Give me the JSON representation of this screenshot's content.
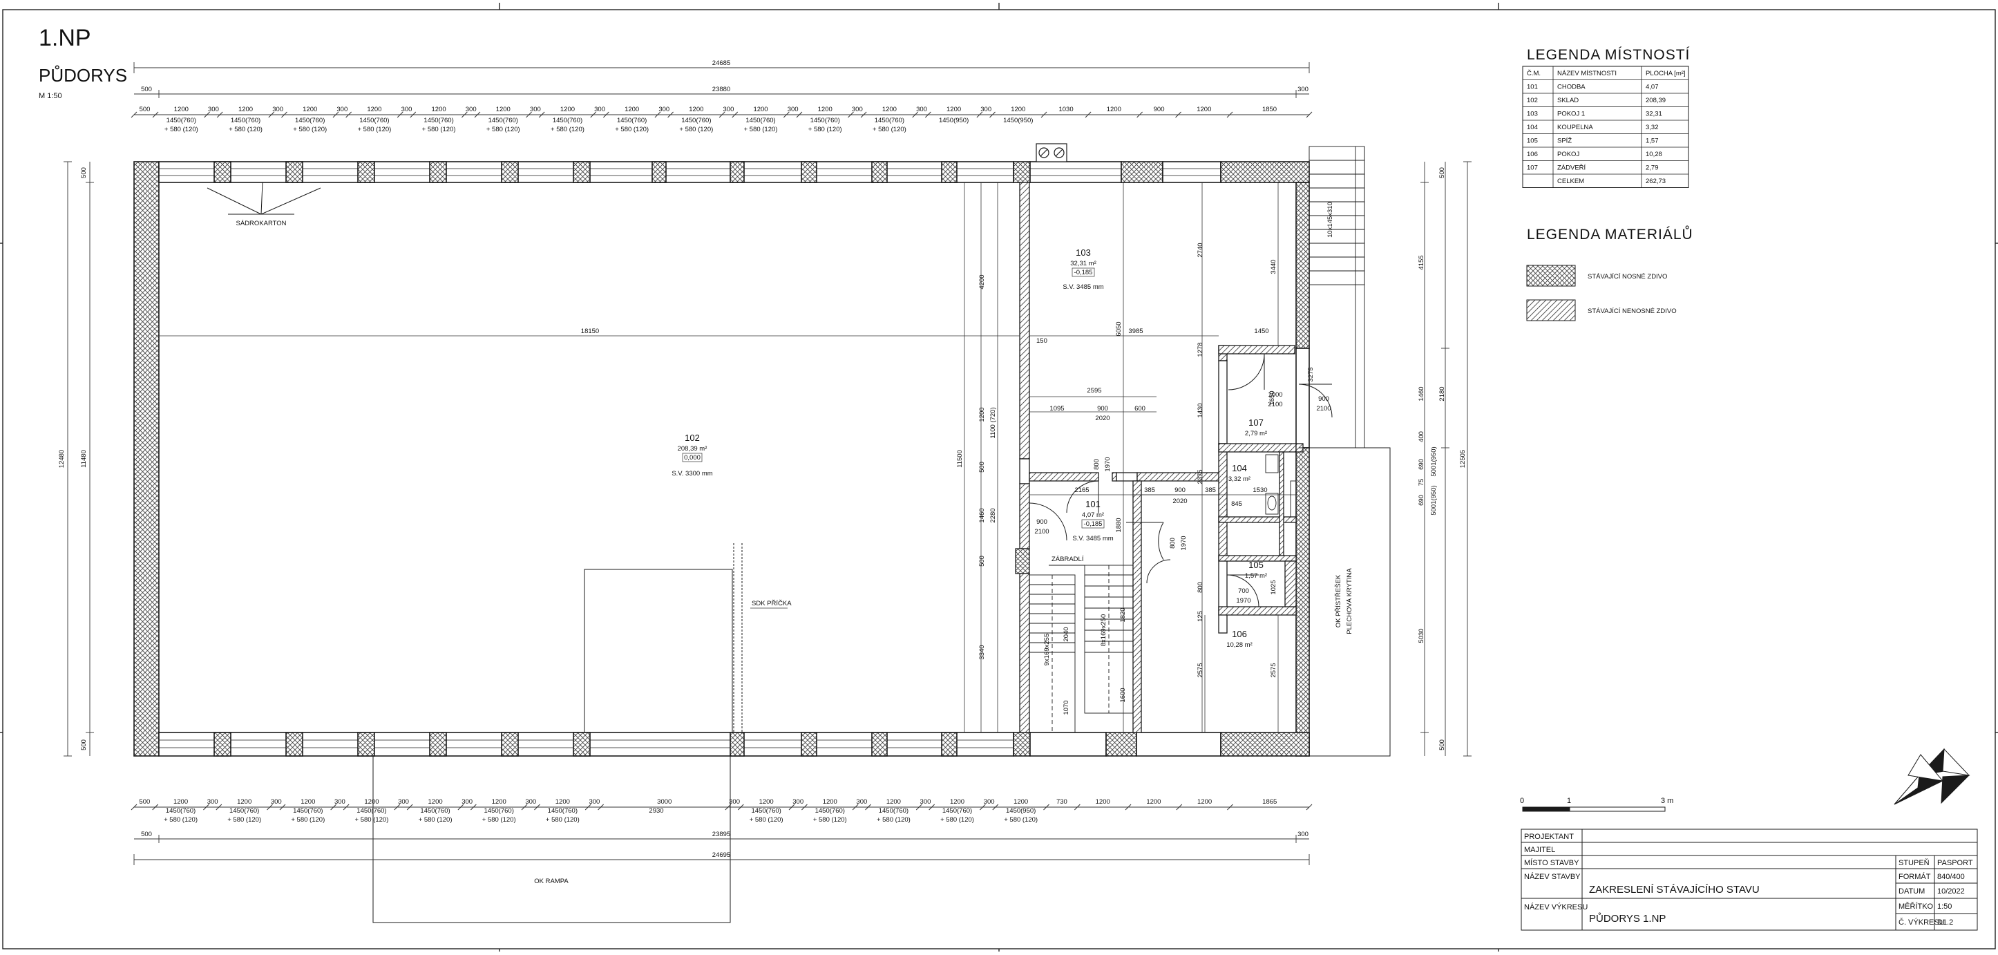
{
  "sheet": {
    "floor": "1.NP",
    "subtitle": "PŮDORYS",
    "scale": "M 1:50"
  },
  "colors": {
    "line": "#1a1a1a",
    "dim": "#333333",
    "hatch": "#555555"
  },
  "dims_top": {
    "overall": "24685",
    "inner": "23880",
    "left_end": "500",
    "right_end": "300",
    "sequence": [
      "500",
      "1200",
      "300",
      "1200",
      "300",
      "1200",
      "300",
      "1200",
      "300",
      "1200",
      "300",
      "1200",
      "300",
      "1200",
      "300",
      "1200",
      "300",
      "1200",
      "300",
      "1200",
      "300",
      "1200",
      "300",
      "1200",
      "300",
      "1200",
      "300",
      "1200",
      "1030",
      "1200",
      "900",
      "1200",
      "1850"
    ],
    "windows_a": [
      "1450(760)",
      "1450(760)",
      "1450(760)",
      "1450(760)",
      "1450(760)",
      "1450(760)",
      "1450(760)",
      "1450(760)",
      "1450(760)",
      "1450(760)",
      "1450(760)",
      "1450(760)",
      "1450(950)",
      "1450(950)"
    ],
    "windows_b": [
      "+ 580 (120)",
      "+ 580 (120)",
      "+ 580 (120)",
      "+ 580 (120)",
      "+ 580 (120)",
      "+ 580 (120)",
      "+ 580 (120)",
      "+ 580 (120)",
      "+ 580 (120)",
      "+ 580 (120)",
      "+ 580 (120)",
      "+ 580 (120)"
    ]
  },
  "dims_bottom": {
    "overall": "24695",
    "inner": "23895",
    "left_end": "500",
    "right_end": "300",
    "sequence": [
      "500",
      "1200",
      "300",
      "1200",
      "300",
      "1200",
      "300",
      "1200",
      "300",
      "1200",
      "300",
      "1200",
      "300",
      "1200",
      "300",
      "3000",
      "300",
      "1200",
      "300",
      "1200",
      "300",
      "1200",
      "300",
      "1200",
      "300",
      "1200",
      "730",
      "1200",
      "1200",
      "1200",
      "1865"
    ],
    "gap_value": "2930",
    "windows_a": [
      "1450(760)",
      "1450(760)",
      "1450(760)",
      "1450(760)",
      "1450(760)",
      "1450(760)",
      "1450(760)",
      "1450(760)",
      "1450(760)",
      "1450(760)",
      "1450(760)",
      "1450(950)"
    ],
    "windows_b": [
      "+ 580 (120)",
      "+ 580 (120)",
      "+ 580 (120)",
      "+ 580 (120)",
      "+ 580 (120)",
      "+ 580 (120)",
      "+ 580 (120)",
      "+ 580 (120)",
      "+ 580 (120)",
      "+ 580 (120)",
      "+ 580 (120)",
      "+ 580 (120)"
    ]
  },
  "dims_left": {
    "overall": "12480",
    "inner": "11480",
    "top": "500",
    "bottom": "500"
  },
  "dims_right": {
    "overall": "12505",
    "top": "500",
    "a": "4155",
    "b": "1460",
    "c": "2180",
    "d": "400",
    "e": "690",
    "f": "5001(950)",
    "g": "75",
    "h": "690",
    "i": "5001(950)",
    "j": "5030",
    "bottom": "500"
  },
  "labels": {
    "sadrokarton": "SÁDROKARTON",
    "sdk_pricka": "SDK PŘÍČKA",
    "zabradli": "ZÁBRADLÍ",
    "ok_rampa": "OK RAMPA",
    "ok_pristresek": "OK PŘÍSTŘEŠEK",
    "plechova_krytina": "PLECHOVÁ KRYTINA",
    "stairs_main": "9x169x255",
    "stairs_2": "8x169x250",
    "stairs_top": "10x145x310",
    "dim_18150": "18150",
    "dim_2740": "2740",
    "dim_3440": "3440",
    "dim_3985": "3985",
    "dim_1450": "1450",
    "dim_150": "150",
    "dim_6050": "6050",
    "dim_4200": "4200",
    "dim_1200": "1200",
    "dim_1100": "1100 (720)",
    "dim_11500": "11500",
    "dim_2595": "2595",
    "dim_1095": "1095",
    "dim_900": "900",
    "dim_600": "600",
    "dim_2020": "2020",
    "dim_2165": "2165",
    "dim_385": "385",
    "dim_3340": "3340",
    "dim_2575": "2575",
    "dim_1880": "1880",
    "dim_3275": "3275",
    "dim_1000": "1000",
    "dim_2100": "2100",
    "dim_1650": "1650",
    "dim_1278": "1278",
    "dim_1430": "1430",
    "dim_2375": "2375",
    "dim_845": "845",
    "dim_1530": "1530",
    "dim_800": "800",
    "dim_1970": "1970",
    "dim_700": "700",
    "dim_1025": "1025",
    "dim_1070": "1070",
    "dim_1600": "1600",
    "dim_2040": "2040",
    "dim_1820": "1820",
    "dim_500": "500",
    "dim_1460": "1460",
    "dim_2280": "2280",
    "dim_125": "125"
  },
  "rooms": [
    {
      "num": "101",
      "area": "4,07 m²",
      "level": "-0,185",
      "height": "S.V. 3485 mm"
    },
    {
      "num": "102",
      "area": "208,39 m²",
      "level": "0,000",
      "height": "S.V. 3300 mm"
    },
    {
      "num": "103",
      "area": "32,31 m²",
      "level": "-0,185",
      "height": "S.V. 3485 mm"
    },
    {
      "num": "104",
      "area": "3,32 m²"
    },
    {
      "num": "105",
      "area": "1,57 m²"
    },
    {
      "num": "106",
      "area": "10,28 m²"
    },
    {
      "num": "107",
      "area": "2,79 m²"
    }
  ],
  "legend_rooms": {
    "title": "LEGENDA MÍSTNOSTÍ",
    "headers": [
      "Č.M.",
      "NÁZEV MÍSTNOSTI",
      "PLOCHA [m²]"
    ],
    "rows": [
      [
        "101",
        "CHODBA",
        "4,07"
      ],
      [
        "102",
        "SKLAD",
        "208,39"
      ],
      [
        "103",
        "POKOJ 1",
        "32,31"
      ],
      [
        "104",
        "KOUPELNA",
        "3,32"
      ],
      [
        "105",
        "SPÍŽ",
        "1,57"
      ],
      [
        "106",
        "POKOJ",
        "10,28"
      ],
      [
        "107",
        "ZÁDVEŘÍ",
        "2,79"
      ],
      [
        "",
        "CELKEM",
        "262,73"
      ]
    ]
  },
  "legend_materials": {
    "title": "LEGENDA MATERIÁLŮ",
    "items": [
      "STÁVAJÍCÍ NOSNÉ ZDIVO",
      "STÁVAJÍCÍ NENOSNÉ ZDIVO"
    ]
  },
  "scale_bar": {
    "labels": [
      "0",
      "1",
      "3 m"
    ]
  },
  "title_block": {
    "projektant_label": "PROJEKTANT",
    "majitel_label": "MAJITEL",
    "misto_label": "MÍSTO STAVBY",
    "nazev_stavby_label": "NÁZEV STAVBY",
    "nazev_stavby_value": "ZAKRESLENÍ STÁVAJÍCÍHO STAVU",
    "nazev_vykresu_label": "NÁZEV VÝKRESU",
    "nazev_vykresu_value": "PŮDORYS 1.NP",
    "stupen_label": "STUPEŇ",
    "stupen_value": "PASPORT",
    "format_label": "FORMÁT",
    "format_value": "840/400",
    "datum_label": "DATUM",
    "datum_value": "10/2022",
    "meritko_label": "MĚŘÍTKO",
    "meritko_value": "1:50",
    "cislo_label": "Č. VÝKRESU",
    "cislo_value": "D1.2"
  }
}
